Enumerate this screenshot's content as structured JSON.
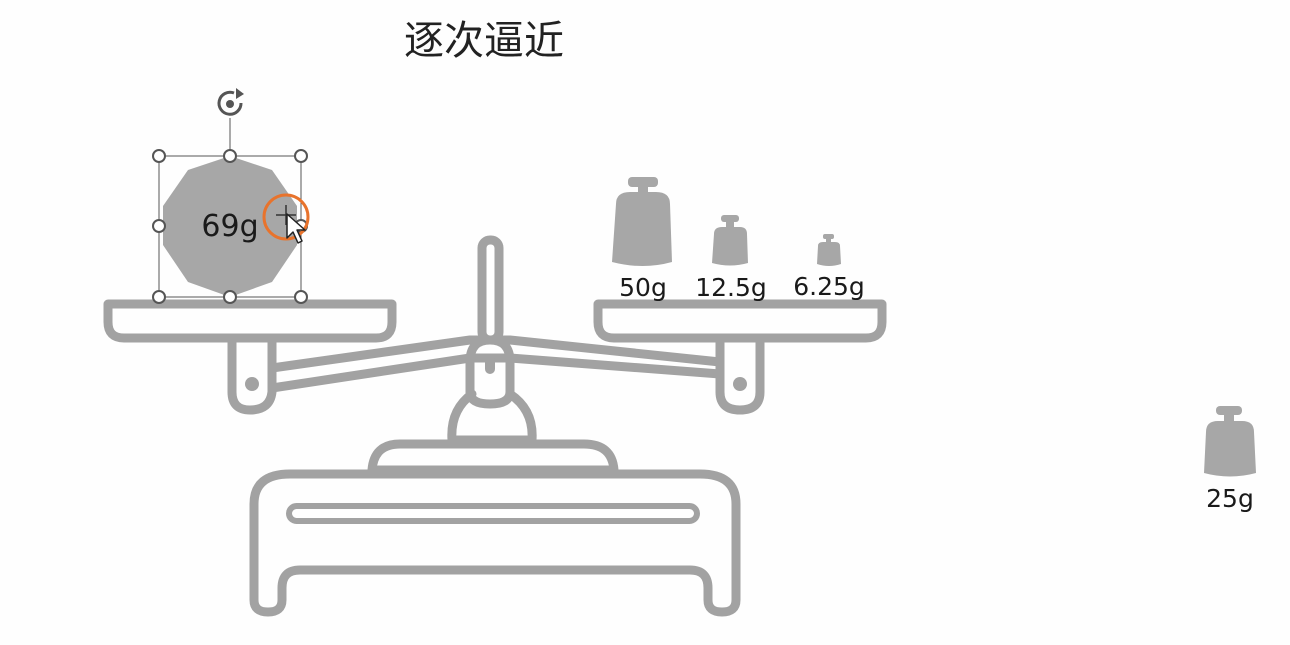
{
  "slide": {
    "title": "逐次逼近"
  },
  "object": {
    "label": "69g"
  },
  "weights_on_pan": [
    {
      "label": "50g"
    },
    {
      "label": "12.5g"
    },
    {
      "label": "6.25g"
    }
  ],
  "removed_weight": {
    "label": "25g"
  },
  "colors": {
    "shape_fill": "#a7a7a7",
    "outline": "#a2a2a2",
    "cursor_highlight": "#e8732c"
  }
}
